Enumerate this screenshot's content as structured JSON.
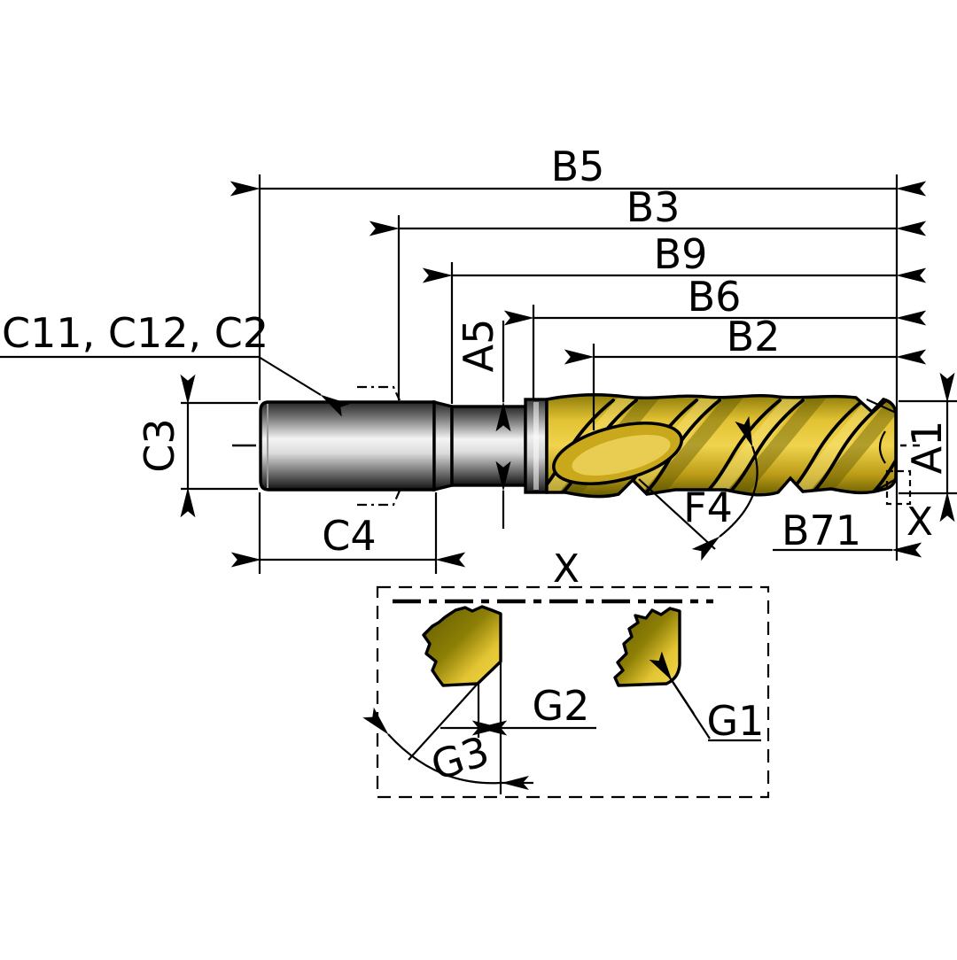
{
  "drawing": {
    "title": "end-mill-dimension-drawing",
    "labels": {
      "b5": "B5",
      "b3": "B3",
      "b9": "B9",
      "b6": "B6",
      "b2": "B2",
      "chamfer": "C11, C12, C2",
      "c3": "C3",
      "c4": "C4",
      "a5": "A5",
      "a1": "A1",
      "f4": "F4",
      "b71": "B71",
      "x_corner": "X",
      "x_detail_title": "X",
      "g1": "G1",
      "g2": "G2",
      "g3": "G3"
    },
    "colors": {
      "background": "#ffffff",
      "line": "#000000",
      "coating_gold_mid": "#d7b52a",
      "coating_gold_light": "#f2d95e",
      "coating_gold_dark": "#6f6400",
      "steel_light": "#f2f2f2",
      "steel_mid": "#9a9a9a",
      "steel_dark": "#161616"
    }
  }
}
